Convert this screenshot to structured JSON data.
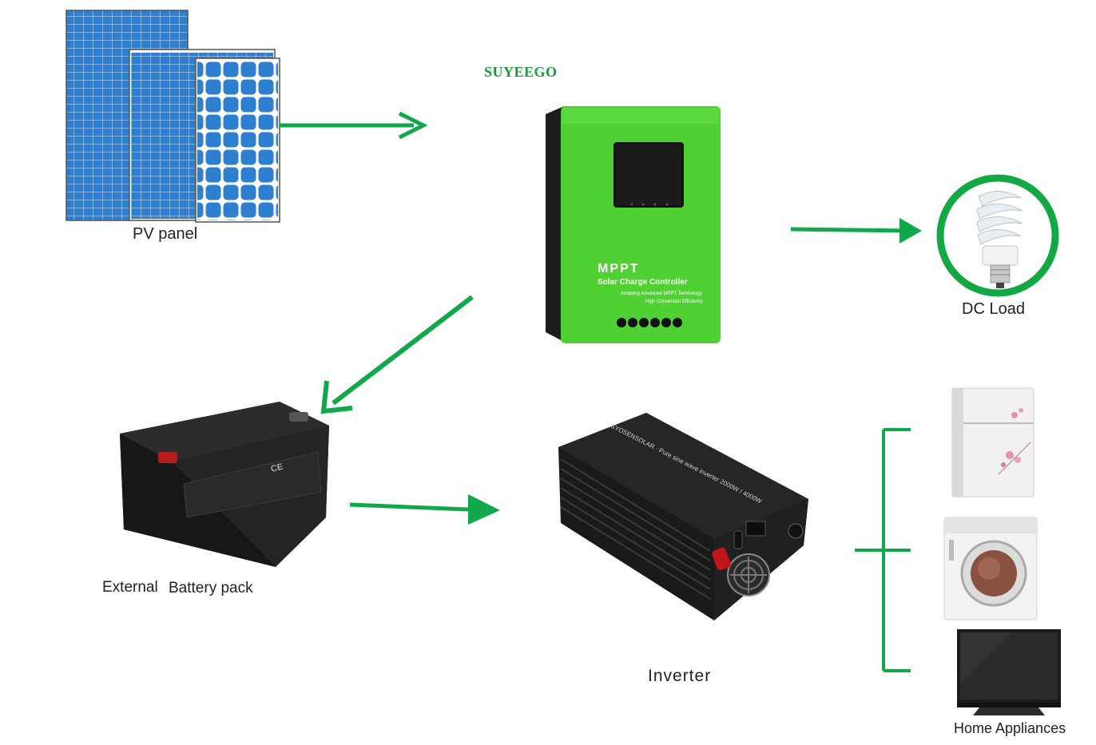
{
  "brand": "SUYEEGO",
  "labels": {
    "pv_panel": "PV panel",
    "dc_load": "DC Load",
    "battery_word1": "External",
    "battery_word2": "Battery pack",
    "inverter": "Inverter",
    "home_appliances": "Home Appliances"
  },
  "controller": {
    "title": "MPPT",
    "subtitle": "Solar Charge Controller",
    "line1": "Adopting Advanced MPPT Technology",
    "line2": "High Conversion Efficiency"
  },
  "inverter_device": {
    "top_text": "SYOSENSOLAR · Pure sine wave inverter 2000W / 4000W"
  },
  "battery_device": {
    "mark": "CE"
  },
  "colors": {
    "arrow_green": "#10a84a",
    "controller_green": "#4fd133",
    "panel_blue": "#2f7fd0",
    "dc_load_ring": "#12a843"
  },
  "icons": {
    "arrow": "arrow-icon",
    "bulb": "bulb-icon",
    "fridge": "fridge-icon",
    "washer": "washing-machine-icon",
    "tv": "tv-icon"
  }
}
